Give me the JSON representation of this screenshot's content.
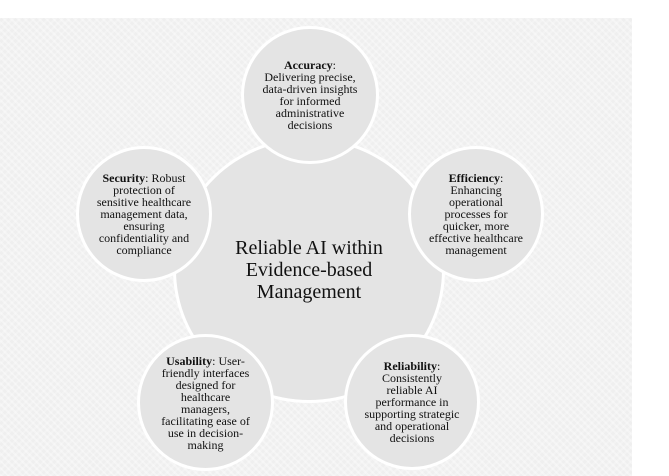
{
  "center": {
    "title": "Reliable AI within Evidence-based Management"
  },
  "nodes": [
    {
      "id": "accuracy",
      "label": "Accuracy",
      "description": "Delivering precise, data-driven insights for informed administrative decisions"
    },
    {
      "id": "efficiency",
      "label": "Efficiency",
      "description": "Enhancing operational processes for quicker, more effective healthcare management"
    },
    {
      "id": "reliability",
      "label": "Reliability",
      "description": "Consistently reliable AI performance in supporting strategic and operational decisions"
    },
    {
      "id": "usability",
      "label": "Usability",
      "description": "User-friendly interfaces designed for healthcare managers, facilitating ease of use in decision-making"
    },
    {
      "id": "security",
      "label": "Security",
      "description": "Robust protection of sensitive healthcare management data, ensuring confidentiality and compliance"
    }
  ],
  "colors": {
    "node_fill": "#e4e4e4",
    "node_border": "#ffffff",
    "background": "#efefef"
  }
}
